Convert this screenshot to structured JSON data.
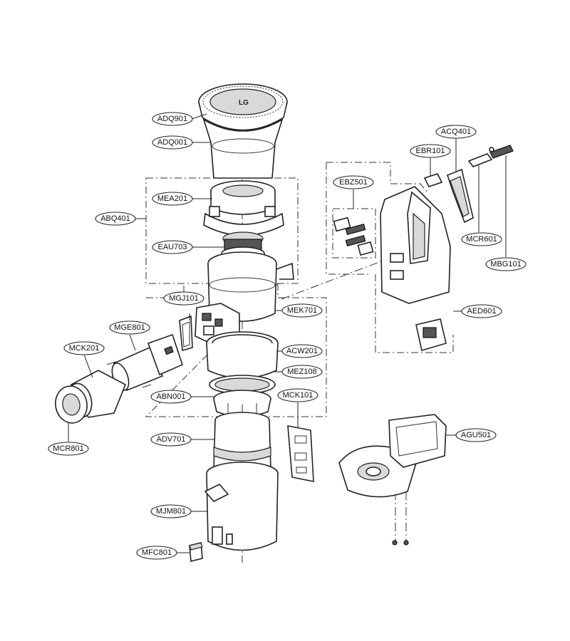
{
  "diagram": {
    "type": "exploded parts diagram",
    "logo_text": "LG"
  },
  "callouts": [
    "ADQ901",
    "ADQ001",
    "MEA201",
    "ABQ401",
    "EAU703",
    "MGJ101",
    "MEK701",
    "MGE801",
    "MCK201",
    "ACW201",
    "MEZ108",
    "ABN001",
    "MCK101",
    "MCR801",
    "ADV701",
    "MJM801",
    "MFC801",
    "EBZ501",
    "EBR101",
    "ACQ401",
    "MCR601",
    "MBG101",
    "AED601",
    "AGU501"
  ]
}
